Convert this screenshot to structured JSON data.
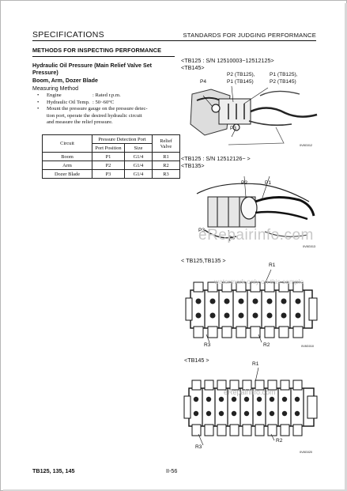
{
  "header": {
    "left": "SPECIFICATIONS",
    "right": "STANDARDS FOR JUDGING PERFORMANCE"
  },
  "section": {
    "title": "METHODS FOR INSPECTING PERFORMANCE",
    "subtitle_line1": "Hydraulic Oil Pressure (Main Relief Valve Set",
    "subtitle_line2": "Pressure)",
    "subtitle2": "Boom, Arm, Dozer Blade",
    "measuring": "Measuring Method",
    "bullets": [
      {
        "k": "Engine",
        "v": ": Rated r.p.m."
      },
      {
        "k": "Hydraulic Oil Temp.",
        "v": ": 50~60°C"
      }
    ],
    "mount_lines": [
      "Mount the pressure gauge on the pressure detec-",
      "tion port, operate the desired hydraulic circuit",
      "and measure the relief pressure."
    ]
  },
  "table": {
    "h_circuit": "Circuit",
    "h_pdp": "Pressure Detection Port",
    "h_relief": "Relief Valve",
    "h_pos": "Port Position",
    "h_size": "Size",
    "rows": [
      {
        "circuit": "Boom",
        "pos": "P1",
        "size": "G1/4",
        "relief": "R1"
      },
      {
        "circuit": "Arm",
        "pos": "P2",
        "size": "G1/4",
        "relief": "R2"
      },
      {
        "circuit": "Dozer Blade",
        "pos": "P3",
        "size": "G1/4",
        "relief": "R3"
      }
    ]
  },
  "figures": {
    "f1_label1": "<TB125 : S/N 12510003~12512125>",
    "f1_label2": "<TB145>",
    "f1_p2": "P2 (TB125),",
    "f1_p1a": "P1 (TB125),",
    "f1_p1b": "P1 (TB145)",
    "f1_p2b": "P2 (TB145)",
    "f1_p4": "P4",
    "f1_p3": "P3",
    "f1_code": "0V8G012",
    "f2_label1": "<TB125 : S/N 12512126~ >",
    "f2_label2": "<TB135>",
    "f2_p2": "P2",
    "f2_p1": "P1",
    "f2_p3": "P3",
    "f2_p4": "P4",
    "f2_code": "0V8G013",
    "f3_label": "< TB125,TB135 >",
    "f3_r1": "R1",
    "f3_r2": "R2",
    "f3_r3": "R3",
    "f3_code": "0V8G010",
    "f4_label": "<TB145 >",
    "f4_r1": "R1",
    "f4_r2": "R2",
    "f4_r3": "R3",
    "f4_code": "0V8G020"
  },
  "watermarks": {
    "w1": "eRepairinfo.com",
    "w2": "watermark only on this sample",
    "w3": "eRepairinfo.com"
  },
  "footer": {
    "left": "TB125, 135, 145",
    "center": "II-56"
  }
}
